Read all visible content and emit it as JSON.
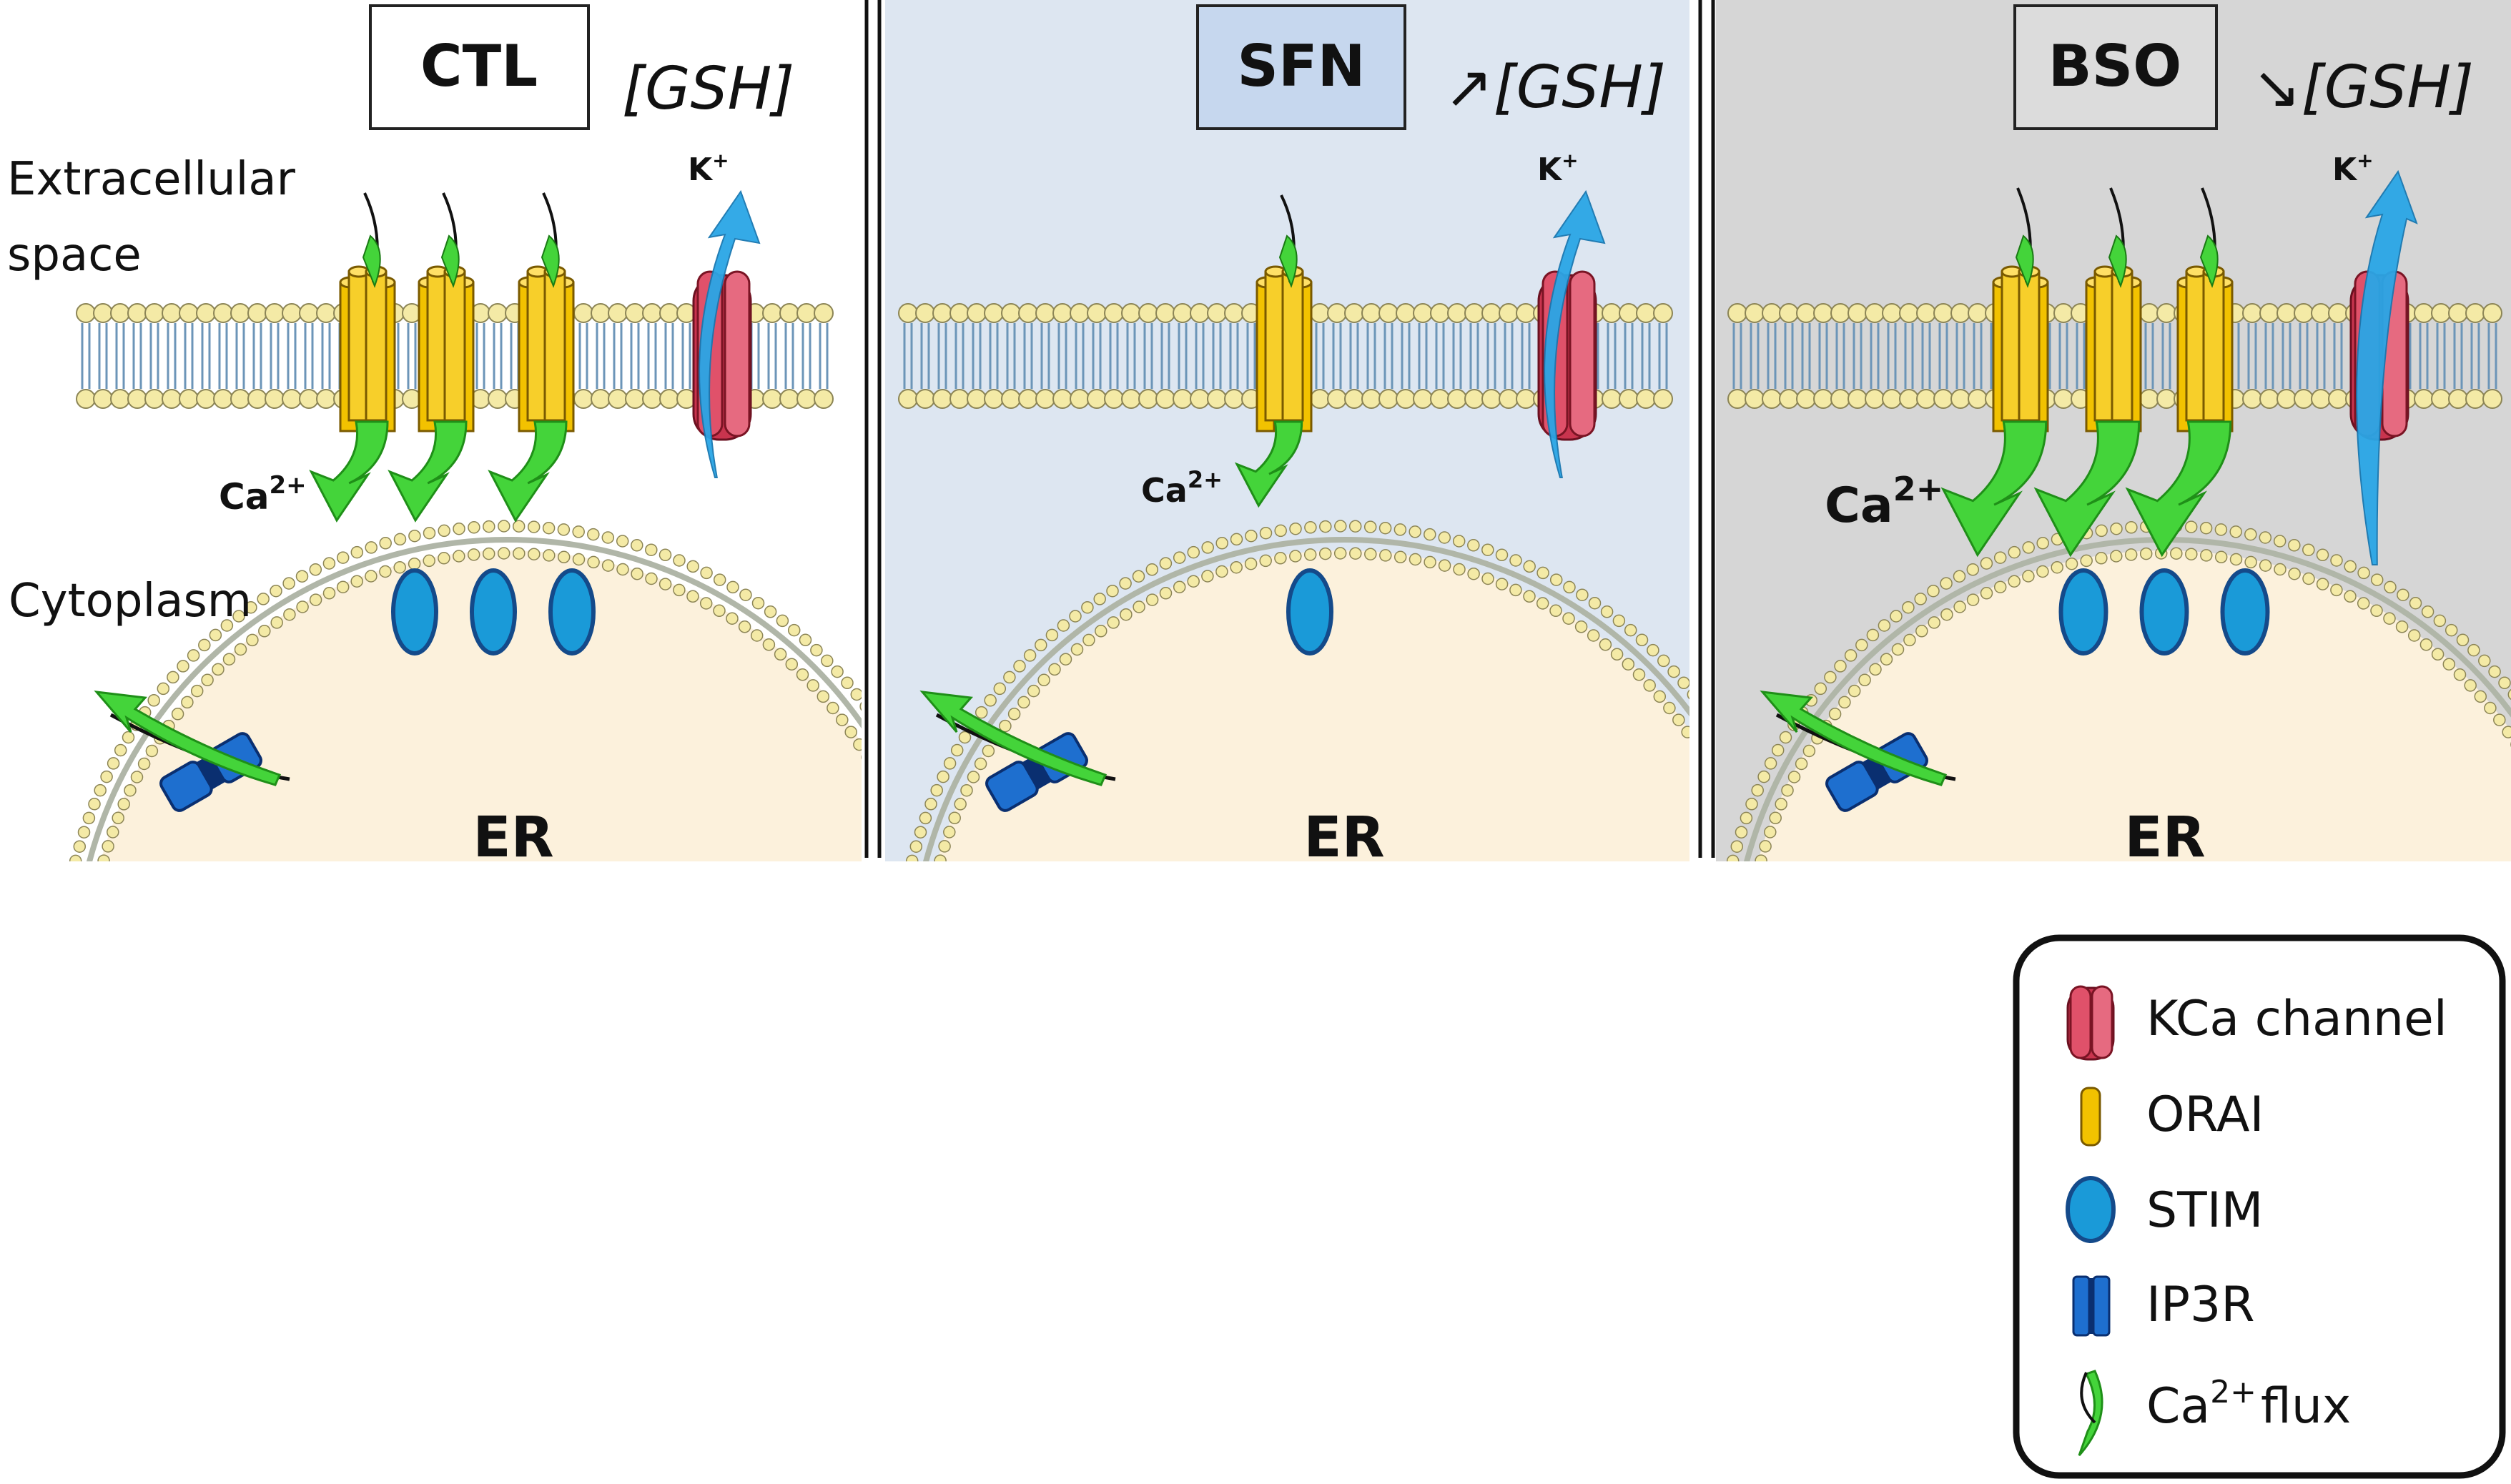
{
  "panels": [
    {
      "key": "ctl",
      "condition": "CTL",
      "gsh_arrow": "",
      "gsh": "[GSH]",
      "bg": "#ffffff",
      "box_fill": "#ffffff",
      "k_label": "K",
      "k_sup": "+",
      "ca_label": "Ca",
      "ca_sup": "2+",
      "er_label": "ER",
      "orai_count": 3,
      "stim_count": 3
    },
    {
      "key": "sfn",
      "condition": "SFN",
      "gsh_arrow": "↗",
      "gsh": "[GSH]",
      "bg": "#dde6f1",
      "box_fill": "#c6d7ee",
      "k_label": "K",
      "k_sup": "+",
      "ca_label": "Ca",
      "ca_sup": "2+",
      "er_label": "ER",
      "orai_count": 1,
      "stim_count": 1
    },
    {
      "key": "bso",
      "condition": "BSO",
      "gsh_arrow": "↘",
      "gsh": "[GSH]",
      "bg": "#d6d6d6",
      "box_fill": "#dcdcdc",
      "k_label": "K",
      "k_sup": "+",
      "ca_label": "Ca",
      "ca_sup": "2+",
      "er_label": "ER",
      "orai_count": 3,
      "stim_count": 3
    }
  ],
  "side_labels": {
    "extracellular_line1": "Extracellular",
    "extracellular_line2": "space",
    "cytoplasm": "Cytoplasm"
  },
  "legend": {
    "items": [
      {
        "icon": "kca-channel-icon",
        "label": "KCa channel",
        "sup": "",
        "suffix": ""
      },
      {
        "icon": "orai-icon",
        "label": "ORAI",
        "sup": "",
        "suffix": ""
      },
      {
        "icon": "stim-icon",
        "label": "STIM",
        "sup": "",
        "suffix": ""
      },
      {
        "icon": "ip3r-icon",
        "label": "IP3R",
        "sup": "",
        "suffix": ""
      },
      {
        "icon": "ca-flux-icon",
        "label": "Ca",
        "sup": "2+",
        "suffix": "flux"
      }
    ]
  },
  "colors": {
    "orai": "#f2c200",
    "kca": "#e0516a",
    "stim": "#1a9ad8",
    "ip3r": "#1e6fcf",
    "ca_flux": "#44d43a",
    "k_flux": "#2aa6e6",
    "er_lumen": "#fcf1dc",
    "lipid_head": "#f4eaa6",
    "lipid_tail": "#6c95b8"
  }
}
